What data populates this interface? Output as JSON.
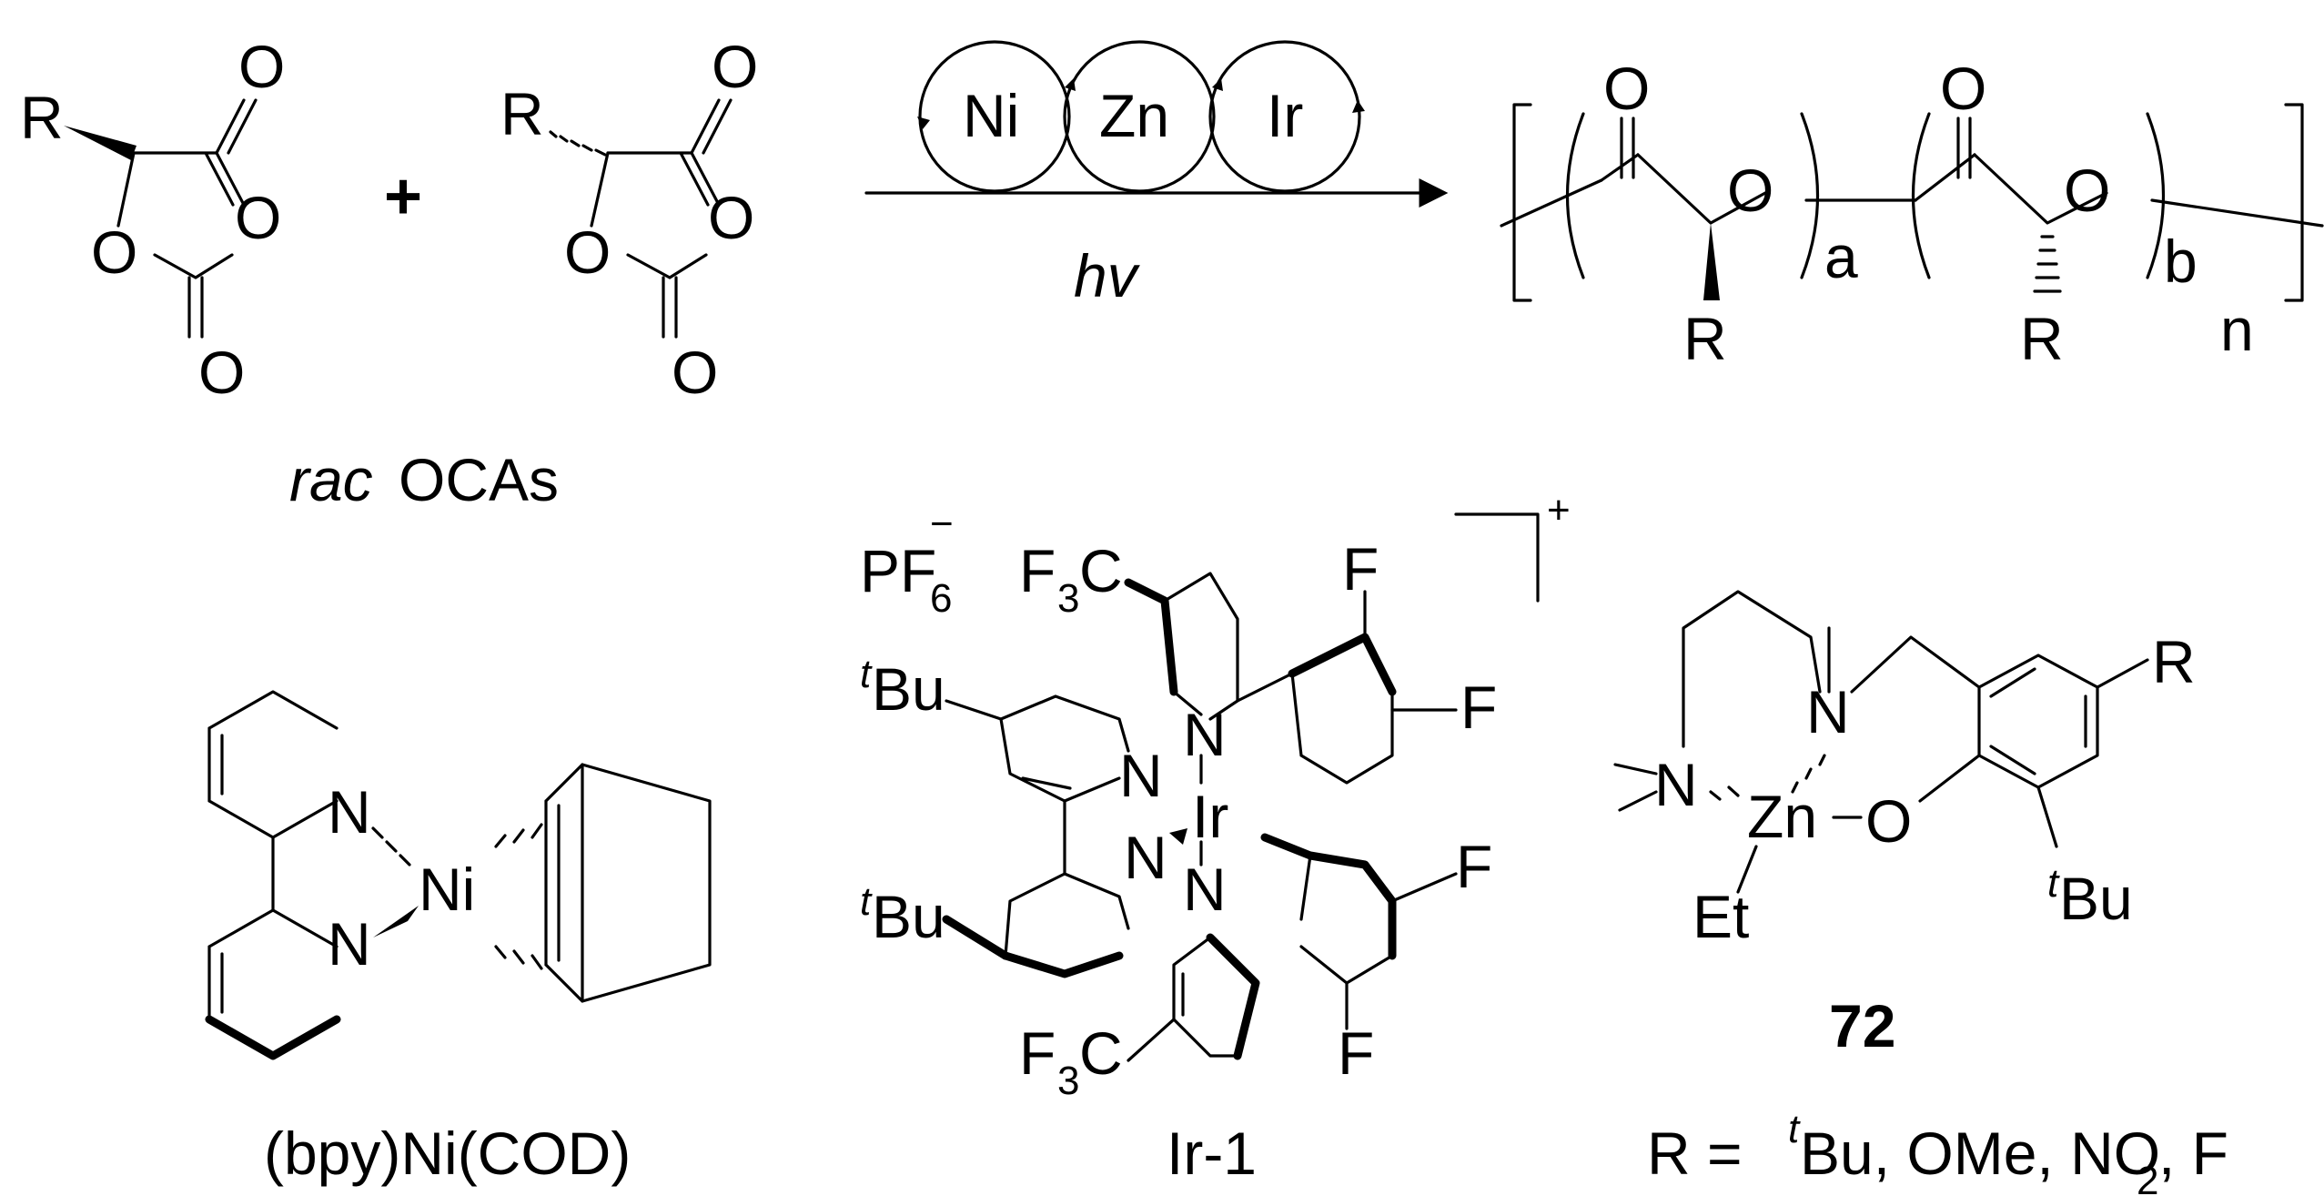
{
  "reaction": {
    "plus": "+",
    "catalysts": [
      "Ni",
      "Zn",
      "Ir"
    ],
    "condition": "hv",
    "monomer_caption_rac": "rac",
    "monomer_caption_rest": "OCAs"
  },
  "monomer": {
    "substituent": "R",
    "oxygen": "O"
  },
  "polymer": {
    "substituent": "R",
    "oxygen": "O",
    "subscript_a": "a",
    "subscript_b": "b",
    "subscript_n": "n"
  },
  "ni_complex": {
    "atom_n": "N",
    "atom_ni": "Ni",
    "label": "(bpy)Ni(COD)"
  },
  "ir_complex": {
    "counterion_main": "PF",
    "counterion_sub": "6",
    "counterion_charge": "−",
    "cation_charge": "+",
    "cf3_f": "F",
    "cf3_sub": "3",
    "cf3_c": "C",
    "tbu_t": "t",
    "tbu_bu": "Bu",
    "atom_f": "F",
    "atom_n": "N",
    "atom_ir": "Ir",
    "label": "Ir-1"
  },
  "zn_complex": {
    "atom_n": "N",
    "atom_zn": "Zn",
    "atom_o": "O",
    "ethyl": "Et",
    "substituent": "R",
    "tbu_t": "t",
    "tbu_bu": "Bu",
    "compound_number": "72",
    "r_def_prefix": "R = ",
    "r_def_t": "t",
    "r_def_bu_ome_no": "Bu, OMe, NO",
    "r_def_sub2": "2",
    "r_def_f": ", F"
  }
}
